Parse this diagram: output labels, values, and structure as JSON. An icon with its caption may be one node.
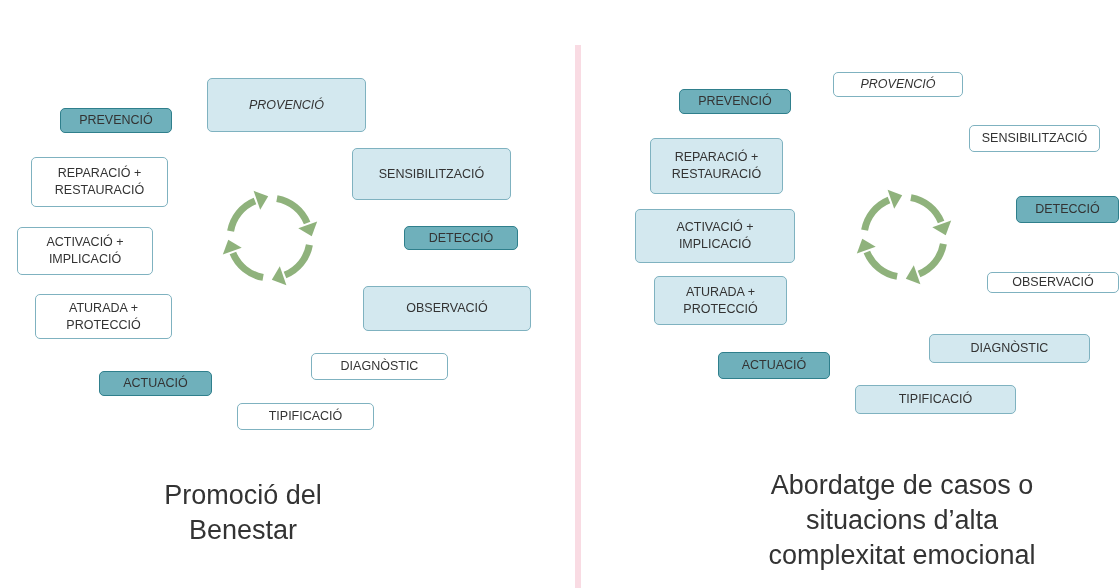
{
  "diagram": {
    "nodes": [
      {
        "text": [
          "PROVENCIÓ"
        ]
      },
      {
        "text": [
          "PREVENCIÓ"
        ]
      },
      {
        "text": [
          "SENSIBILITZACIÓ"
        ]
      },
      {
        "text": [
          "REPARACIÓ + RESTAURACIÓ"
        ]
      },
      {
        "text": [
          "ACTIVACIÓ + IMPLICACIÓ"
        ]
      },
      {
        "text": [
          "DETECCIÓ"
        ]
      },
      {
        "text": [
          "OBSERVACIÓ"
        ]
      },
      {
        "text": [
          "ATURADA + PROTECCIÓ"
        ]
      },
      {
        "text": [
          "DIAGNÒSTIC"
        ]
      },
      {
        "text": [
          "ACTUACIÓ"
        ]
      },
      {
        "text": [
          "TIPIFICACIÓ"
        ]
      },
      {
        "text": [
          "PROVENCIÓ"
        ]
      },
      {
        "text": [
          "PREVENCIÓ"
        ]
      },
      {
        "text": [
          "SENSIBILITZACIÓ"
        ]
      },
      {
        "text": [
          "REPARACIÓ + RESTAURACIÓ"
        ]
      },
      {
        "text": [
          "DETECCIÓ"
        ]
      },
      {
        "text": [
          "ACTIVACIÓ + IMPLICACIÓ"
        ]
      },
      {
        "text": [
          "OBSERVACIÓ"
        ]
      },
      {
        "text": [
          "ATURADA + PROTECCIÓ"
        ]
      },
      {
        "text": [
          "DIAGNÒSTIC"
        ]
      },
      {
        "text": [
          "ACTUACIÓ"
        ]
      },
      {
        "text": [
          "TIPIFICACIÓ"
        ]
      }
    ],
    "labels": [
      "Promoció del Benestar",
      "Abordatge de casos o situacions d’alta complexitat emocional"
    ]
  }
}
